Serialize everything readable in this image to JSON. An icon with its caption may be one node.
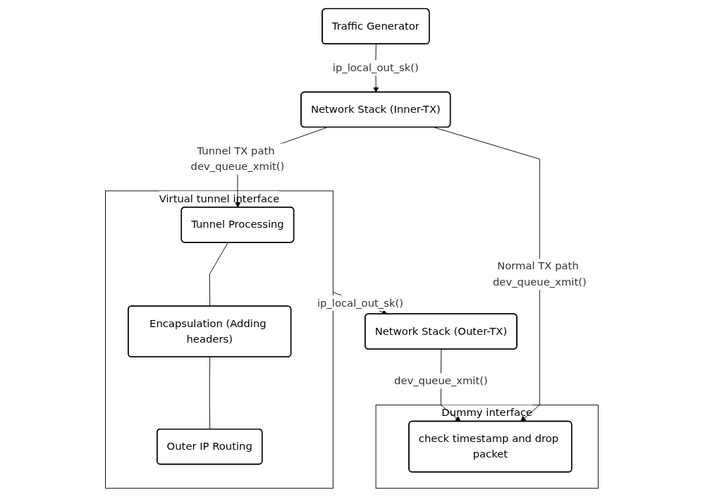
{
  "diagram": {
    "nodes": [
      {
        "text": [
          "Traffic Generator"
        ]
      },
      {
        "text": [
          "Network Stack (Inner-TX)"
        ]
      },
      {
        "text": [
          "Virtual tunnel interface"
        ]
      },
      {
        "text": [
          "Tunnel Processing"
        ],
        "in": 2
      },
      {
        "text": [
          "Encapsulation (Adding headers)"
        ],
        "in": 2
      },
      {
        "text": [
          "Outer IP Routing"
        ],
        "in": 2
      },
      {
        "text": [
          "Network Stack (Outer-TX)"
        ]
      },
      {
        "text": [
          "Dummy interface"
        ]
      },
      {
        "text": [
          "check timestamp and drop packet"
        ],
        "in": 7
      }
    ],
    "edges": [
      {
        "from": 0,
        "to": 1,
        "arrow": "to",
        "label": "ip_local_out_sk()"
      },
      {
        "from": 1,
        "to": 3,
        "arrow": "to",
        "label": "Tunnel TX path dev_queue_xmit()"
      },
      {
        "from": 3,
        "to": 4,
        "arrow": "none"
      },
      {
        "from": 4,
        "to": 5,
        "arrow": "none"
      },
      {
        "from": 2,
        "to": 6,
        "arrow": "to",
        "label": "ip_local_out_sk()"
      },
      {
        "from": 1,
        "to": 8,
        "arrow": "to",
        "label": "Normal TX path dev_queue_xmit()"
      },
      {
        "from": 6,
        "to": 8,
        "arrow": "to",
        "label": "dev_queue_xmit()"
      }
    ]
  }
}
